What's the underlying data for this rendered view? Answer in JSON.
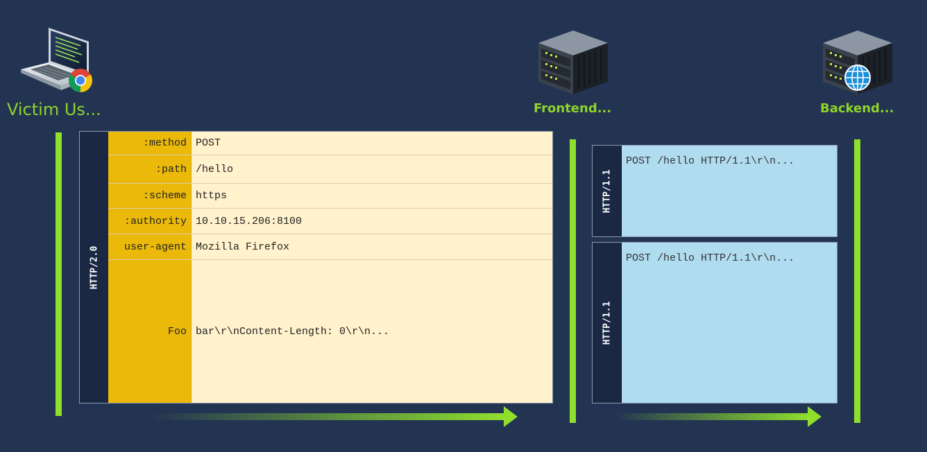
{
  "actors": {
    "victim": {
      "label": "Victim Us...",
      "icon": "laptop-chrome-icon"
    },
    "frontend": {
      "label": "Frontend...",
      "icon": "server-icon"
    },
    "backend": {
      "label": "Backend...",
      "icon": "server-globe-icon"
    }
  },
  "client_request": {
    "protocol": "HTTP/2.0",
    "headers": [
      {
        "key": ":method",
        "value": "POST"
      },
      {
        "key": ":path",
        "value": "/hello"
      },
      {
        "key": ":scheme",
        "value": "https"
      },
      {
        "key": ":authority",
        "value": "10.10.15.206:8100"
      },
      {
        "key": "user-agent",
        "value": "Mozilla Firefox"
      },
      {
        "key": "Foo",
        "value": "bar\\r\\nContent-Length: 0\\r\\n..."
      }
    ]
  },
  "backend_requests": [
    {
      "protocol": "HTTP/1.1",
      "content": "POST /hello HTTP/1.1\\r\\n..."
    },
    {
      "protocol": "HTTP/1.1",
      "content": "POST /hello HTTP/1.1\\r\\n..."
    }
  ],
  "colors": {
    "background": "#233452",
    "accent_green": "#8fe02d",
    "label_green": "#8fd42b",
    "h2_key_fill": "#ebb90a",
    "h2_value_fill": "#fff2cc",
    "h1_fill": "#b0dcf0",
    "protocol_bar": "#1a2843"
  }
}
